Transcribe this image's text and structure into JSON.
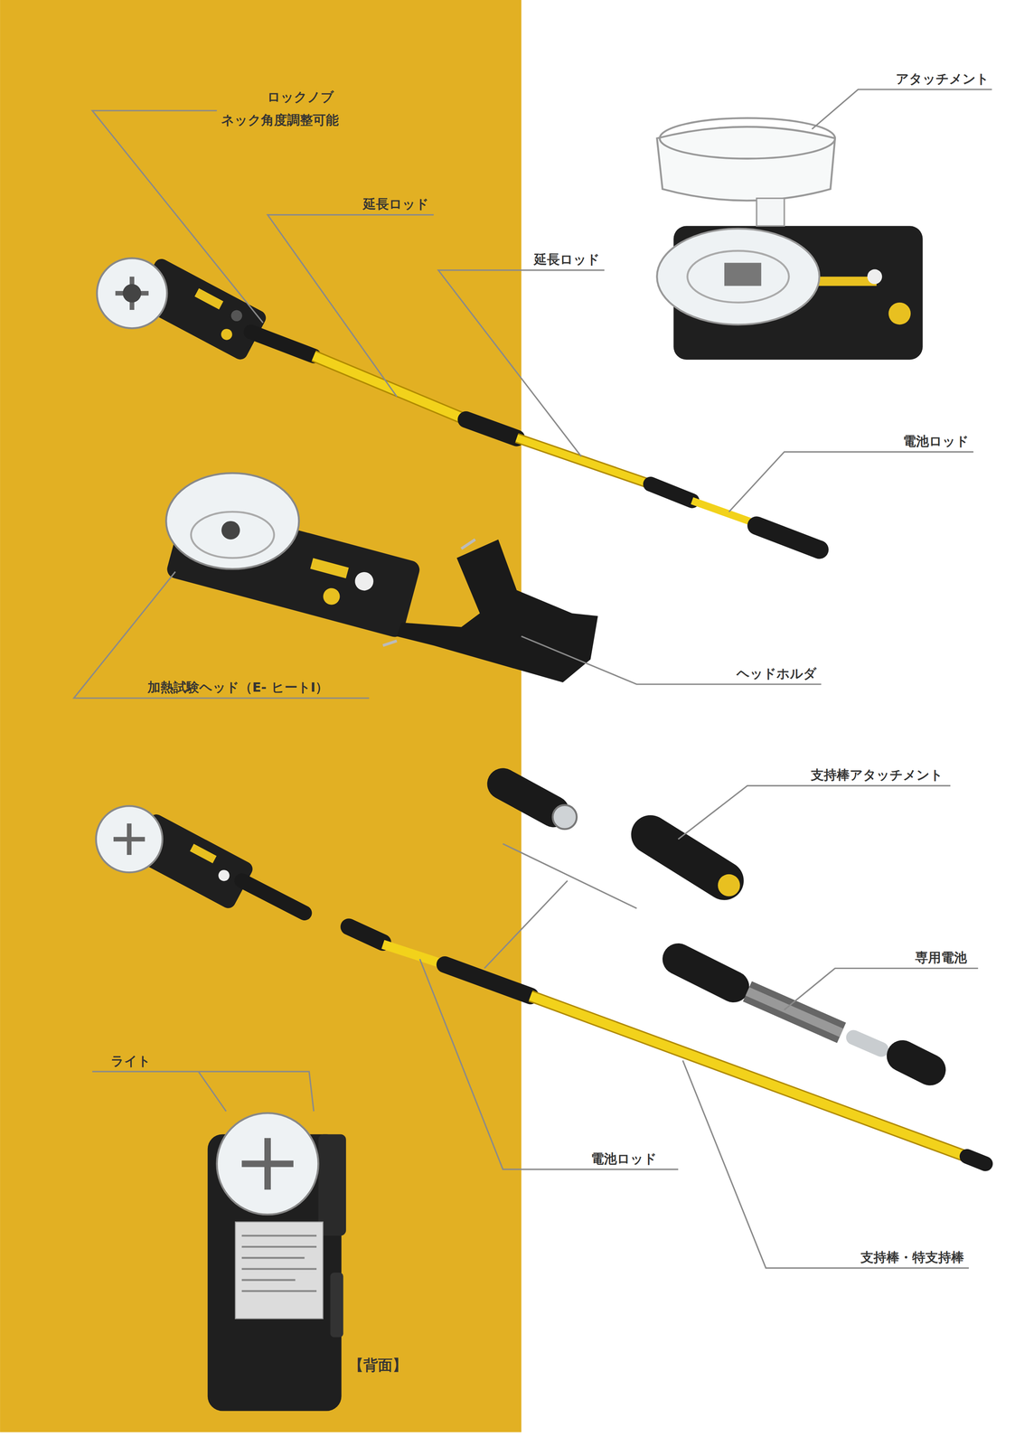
{
  "diagram": {
    "labels": [
      "ロックノブ",
      "ネック角度調整可能",
      "延長ロッド",
      "延長ロッド",
      "アタッチメント",
      "電池ロッド",
      "加熱試験ヘッド（E- ヒートⅠ）",
      "ヘッドホルダ",
      "支持棒アタッチメント",
      "専用電池",
      "電池ロッド",
      "支持棒・特支持棒",
      "ライト",
      "【背面】"
    ]
  }
}
